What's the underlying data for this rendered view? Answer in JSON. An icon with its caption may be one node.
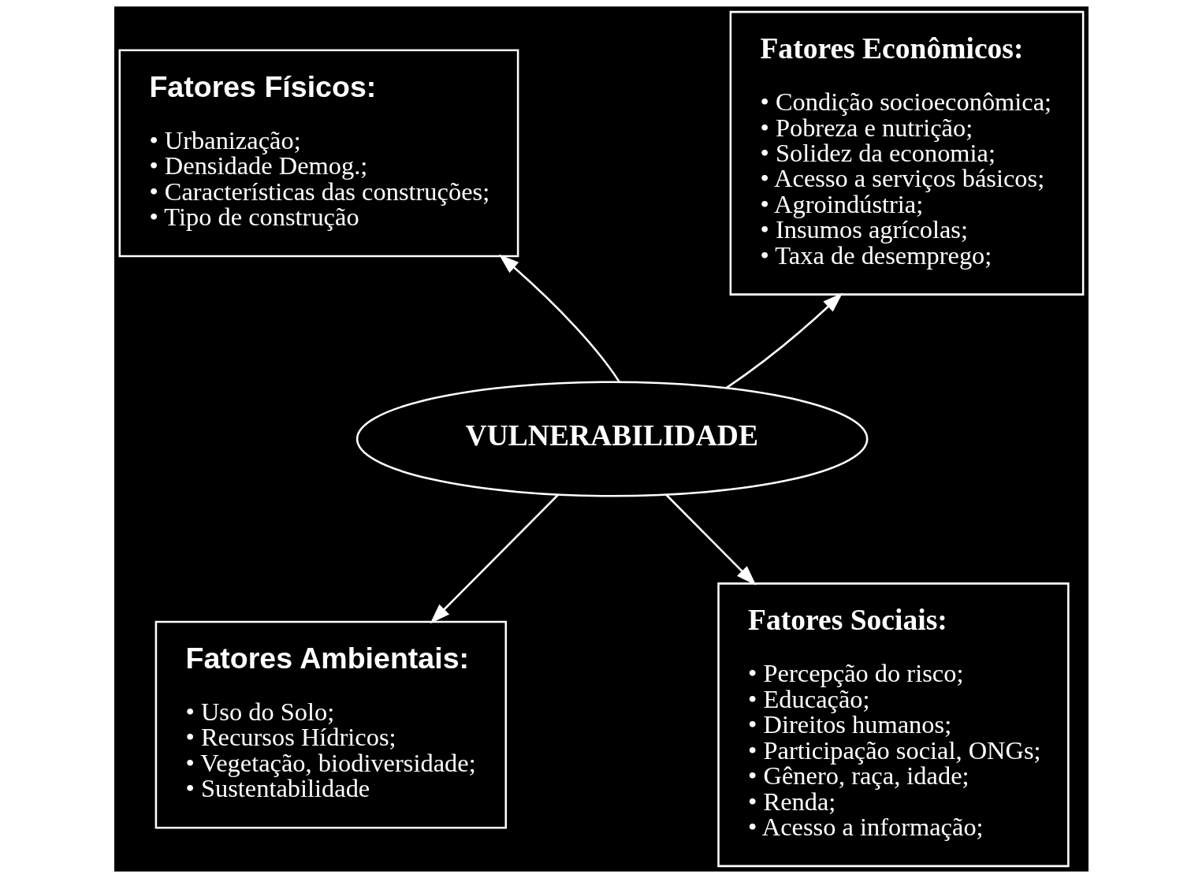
{
  "diagram": {
    "nodes": [
      {
        "text": [
          "Fatores Físicos:",
          "• Urbanização;",
          "• Densidade Demog.;",
          "• Características das construções;",
          "• Tipo de construção"
        ]
      },
      {
        "text": [
          "Fatores Econômicos:",
          "• Condição socioeconômica;",
          "• Pobreza e nutrição;",
          "• Solidez da economia;",
          "• Acesso a serviços básicos;",
          "• Agroindústria;",
          "• Insumos agrícolas;",
          "• Taxa de desemprego;"
        ]
      },
      {
        "text": [
          "VULNERABILIDADE"
        ]
      },
      {
        "text": [
          "Fatores Ambientais:",
          "• Uso do Solo;",
          "• Recursos Hídricos;",
          "• Vegetação, biodiversidade;",
          "• Sustentabilidade"
        ]
      },
      {
        "text": [
          "Fatores Sociais:",
          "• Percepção do risco;",
          "• Educação;",
          "• Direitos humanos;",
          "• Participação social, ONGs;",
          "• Gênero, raça, idade;",
          "• Renda;",
          "• Acesso a informação;"
        ]
      }
    ],
    "edges": [
      {
        "from": 2,
        "to": 0,
        "arrow": "to"
      },
      {
        "from": 2,
        "to": 1,
        "arrow": "to"
      },
      {
        "from": 2,
        "to": 3,
        "arrow": "to"
      },
      {
        "from": 2,
        "to": 4,
        "arrow": "to"
      }
    ]
  }
}
